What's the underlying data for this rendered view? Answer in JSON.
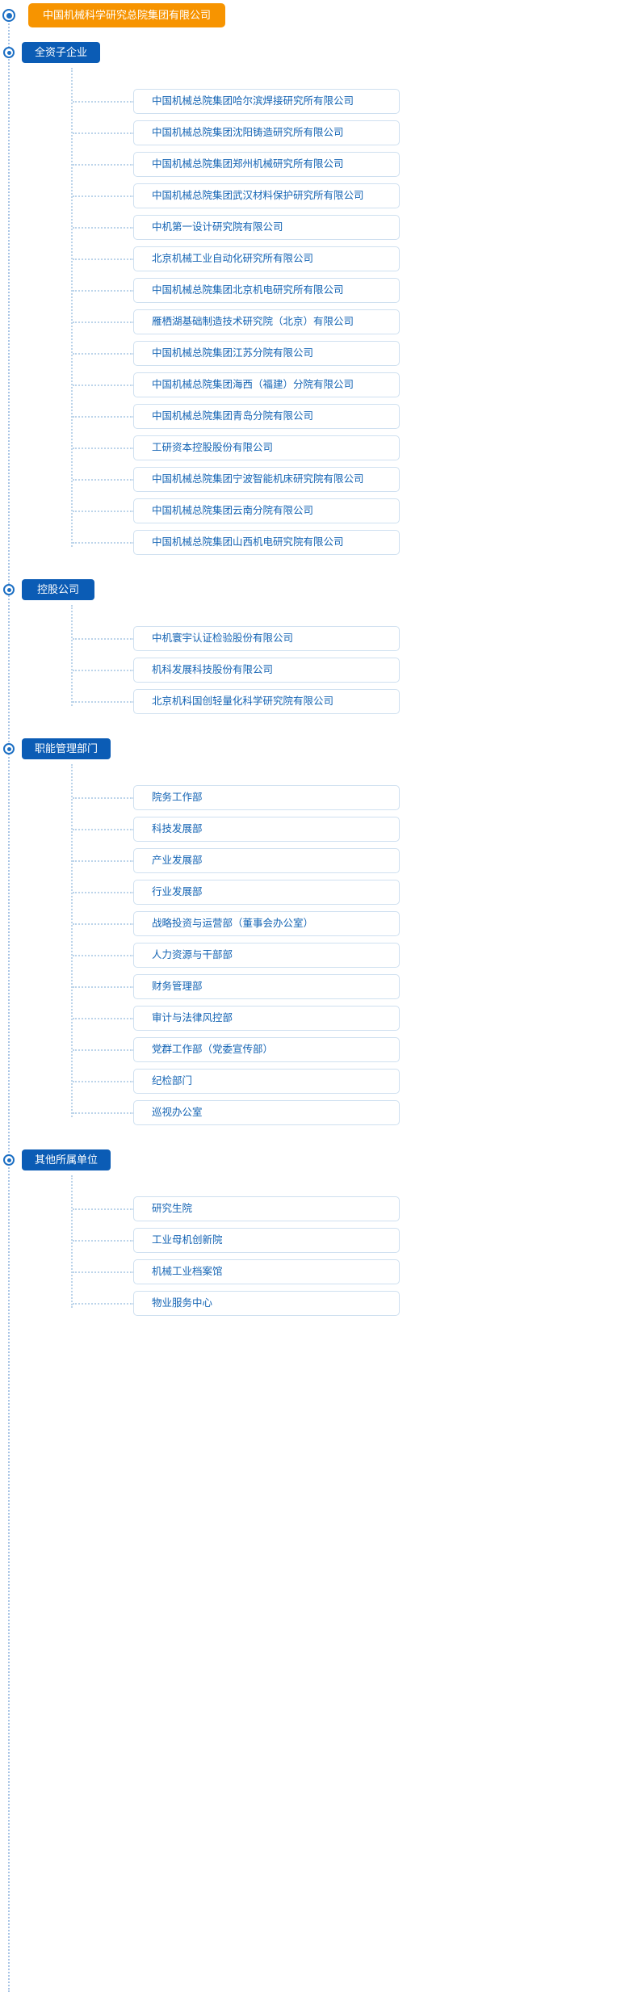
{
  "colors": {
    "root_bg": "#f79400",
    "section_bg": "#0b5cb5",
    "item_text": "#1464b4",
    "item_border": "#cfe0f0",
    "line": "#bcd4ea",
    "marker": "#1c6fc4"
  },
  "root": {
    "label": "中国机械科学研究总院集团有限公司",
    "marker_icon": "target-circle-icon"
  },
  "sections": [
    {
      "title": "全资子企业",
      "marker_icon": "target-circle-icon",
      "items": [
        "中国机械总院集团哈尔滨焊接研究所有限公司",
        "中国机械总院集团沈阳铸造研究所有限公司",
        "中国机械总院集团郑州机械研究所有限公司",
        "中国机械总院集团武汉材料保护研究所有限公司",
        "中机第一设计研究院有限公司",
        "北京机械工业自动化研究所有限公司",
        "中国机械总院集团北京机电研究所有限公司",
        "雁栖湖基础制造技术研究院（北京）有限公司",
        "中国机械总院集团江苏分院有限公司",
        "中国机械总院集团海西（福建）分院有限公司",
        "中国机械总院集团青岛分院有限公司",
        "工研资本控股股份有限公司",
        "中国机械总院集团宁波智能机床研究院有限公司",
        "中国机械总院集团云南分院有限公司",
        "中国机械总院集团山西机电研究院有限公司"
      ]
    },
    {
      "title": "控股公司",
      "marker_icon": "target-circle-icon",
      "items": [
        "中机寰宇认证检验股份有限公司",
        "机科发展科技股份有限公司",
        "北京机科国创轻量化科学研究院有限公司"
      ]
    },
    {
      "title": "职能管理部门",
      "marker_icon": "target-circle-icon",
      "items": [
        "院务工作部",
        "科技发展部",
        "产业发展部",
        "行业发展部",
        "战略投资与运营部（董事会办公室）",
        "人力资源与干部部",
        "财务管理部",
        "审计与法律风控部",
        "党群工作部（党委宣传部）",
        "纪检部门",
        "巡视办公室"
      ]
    },
    {
      "title": "其他所属单位",
      "marker_icon": "target-circle-icon",
      "items": [
        "研究生院",
        "工业母机创新院",
        "机械工业档案馆",
        "物业服务中心"
      ]
    }
  ]
}
